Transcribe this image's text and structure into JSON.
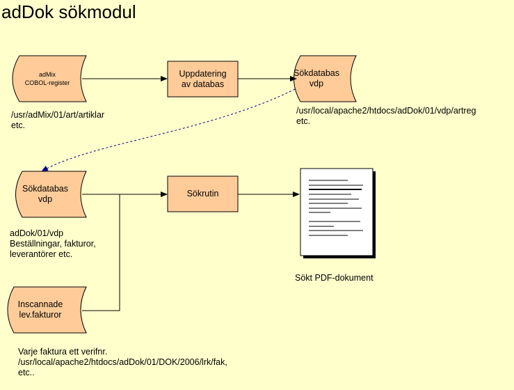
{
  "title": "adDok sökmodul",
  "nodes": {
    "admix_register": {
      "line1": "adMix",
      "line2": "COBOL-register"
    },
    "update_db": {
      "line1": "Uppdatering",
      "line2": "av databas"
    },
    "search_db_top": {
      "line1": "Sökdatabas",
      "line2": "vdp"
    },
    "search_db_bottom": {
      "line1": "Sökdatabas",
      "line2": "vdp"
    },
    "search_routine": {
      "label": "Sökrutin"
    },
    "scanned_invoices": {
      "line1": "Inscannade",
      "line2": "lev.fakturor"
    },
    "pdf_document": {
      "caption": "Sökt PDF-dokument"
    }
  },
  "annotations": {
    "admix_path": {
      "line1": "/usr/adMix/01/art/artiklar",
      "line2": "etc."
    },
    "vdp_top_path": {
      "line1": "/usr/local/apache2/htdocs/adDok/01/vdp/artreg",
      "line2": "etc."
    },
    "vdp_bottom_desc": {
      "line1": "adDok/01/vdp",
      "line2": "Beställningar, fakturor,",
      "line3": "leverantörer etc."
    },
    "scan_desc": {
      "line1": "Varje faktura ett verifnr.",
      "line2": "/usr/local/apache2/htdocs/adDok/01/DOK/2006/lrk/fak,",
      "line3": "etc.."
    }
  },
  "colors": {
    "background": "#ffffcc",
    "node_fill": "#ffcc99",
    "outline": "#000000",
    "dashed_arrow": "#000080"
  }
}
